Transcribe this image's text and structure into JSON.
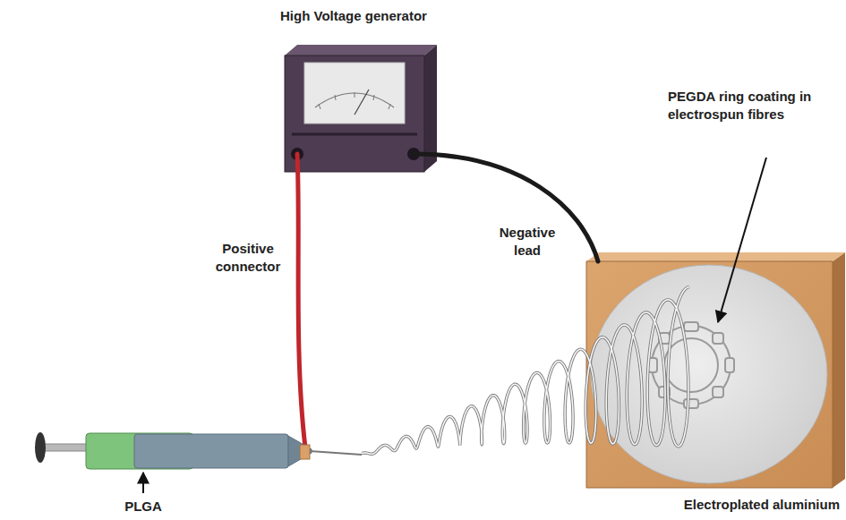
{
  "diagram": {
    "labels": [
      "High Voltage generator",
      "PEGDA ring coating in electrospun fibres",
      "Negative lead",
      "Positive connector",
      "PLGA",
      "Electroplated aluminium"
    ]
  }
}
